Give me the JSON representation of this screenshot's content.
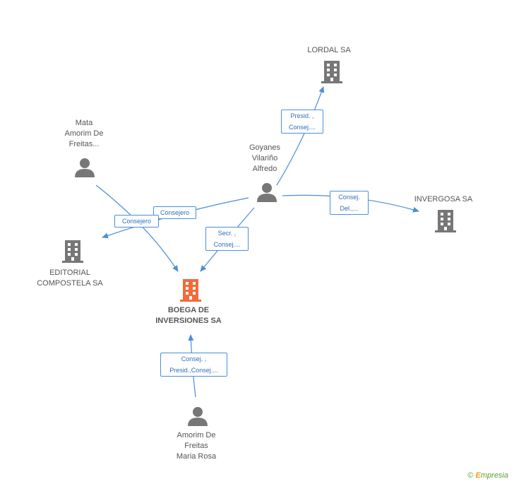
{
  "nodes": {
    "lordal": {
      "name": "LORDAL SA"
    },
    "invergosa": {
      "name": "INVERGOSA SA"
    },
    "editorial": {
      "name_line1": "EDITORIAL",
      "name_line2": "COMPOSTELA SA"
    },
    "boega": {
      "name_line1": "BOEGA DE",
      "name_line2": "INVERSIONES SA"
    },
    "mata": {
      "line1": "Mata",
      "line2": "Amorim De",
      "line3": "Freitas..."
    },
    "goyanes": {
      "line1": "Goyanes",
      "line2": "Vilariño",
      "line3": "Alfredo"
    },
    "amorim": {
      "line1": "Amorim De",
      "line2": "Freitas",
      "line3": "Maria Rosa"
    }
  },
  "edges": {
    "goyanes_lordal": {
      "line1": "Presid. ,",
      "line2": "Consej...."
    },
    "goyanes_invergosa": {
      "line1": "Consej.",
      "line2": "Del.,..."
    },
    "goyanes_boega": {
      "line1": "Secr. ,",
      "line2": "Consej...."
    },
    "goyanes_editorial": {
      "line1": "Consejero"
    },
    "mata_editorial": {
      "line1": "Consejero"
    },
    "amorim_boega": {
      "line1": "Consej. ,",
      "line2": "Presid.,Consej...."
    }
  },
  "colors": {
    "company": "#777777",
    "main_company": "#f26b3a",
    "person": "#777777",
    "edge": "#4a8fd8"
  },
  "brand": {
    "copyright": "©",
    "name_first": "E",
    "name_rest": "mpresia"
  }
}
